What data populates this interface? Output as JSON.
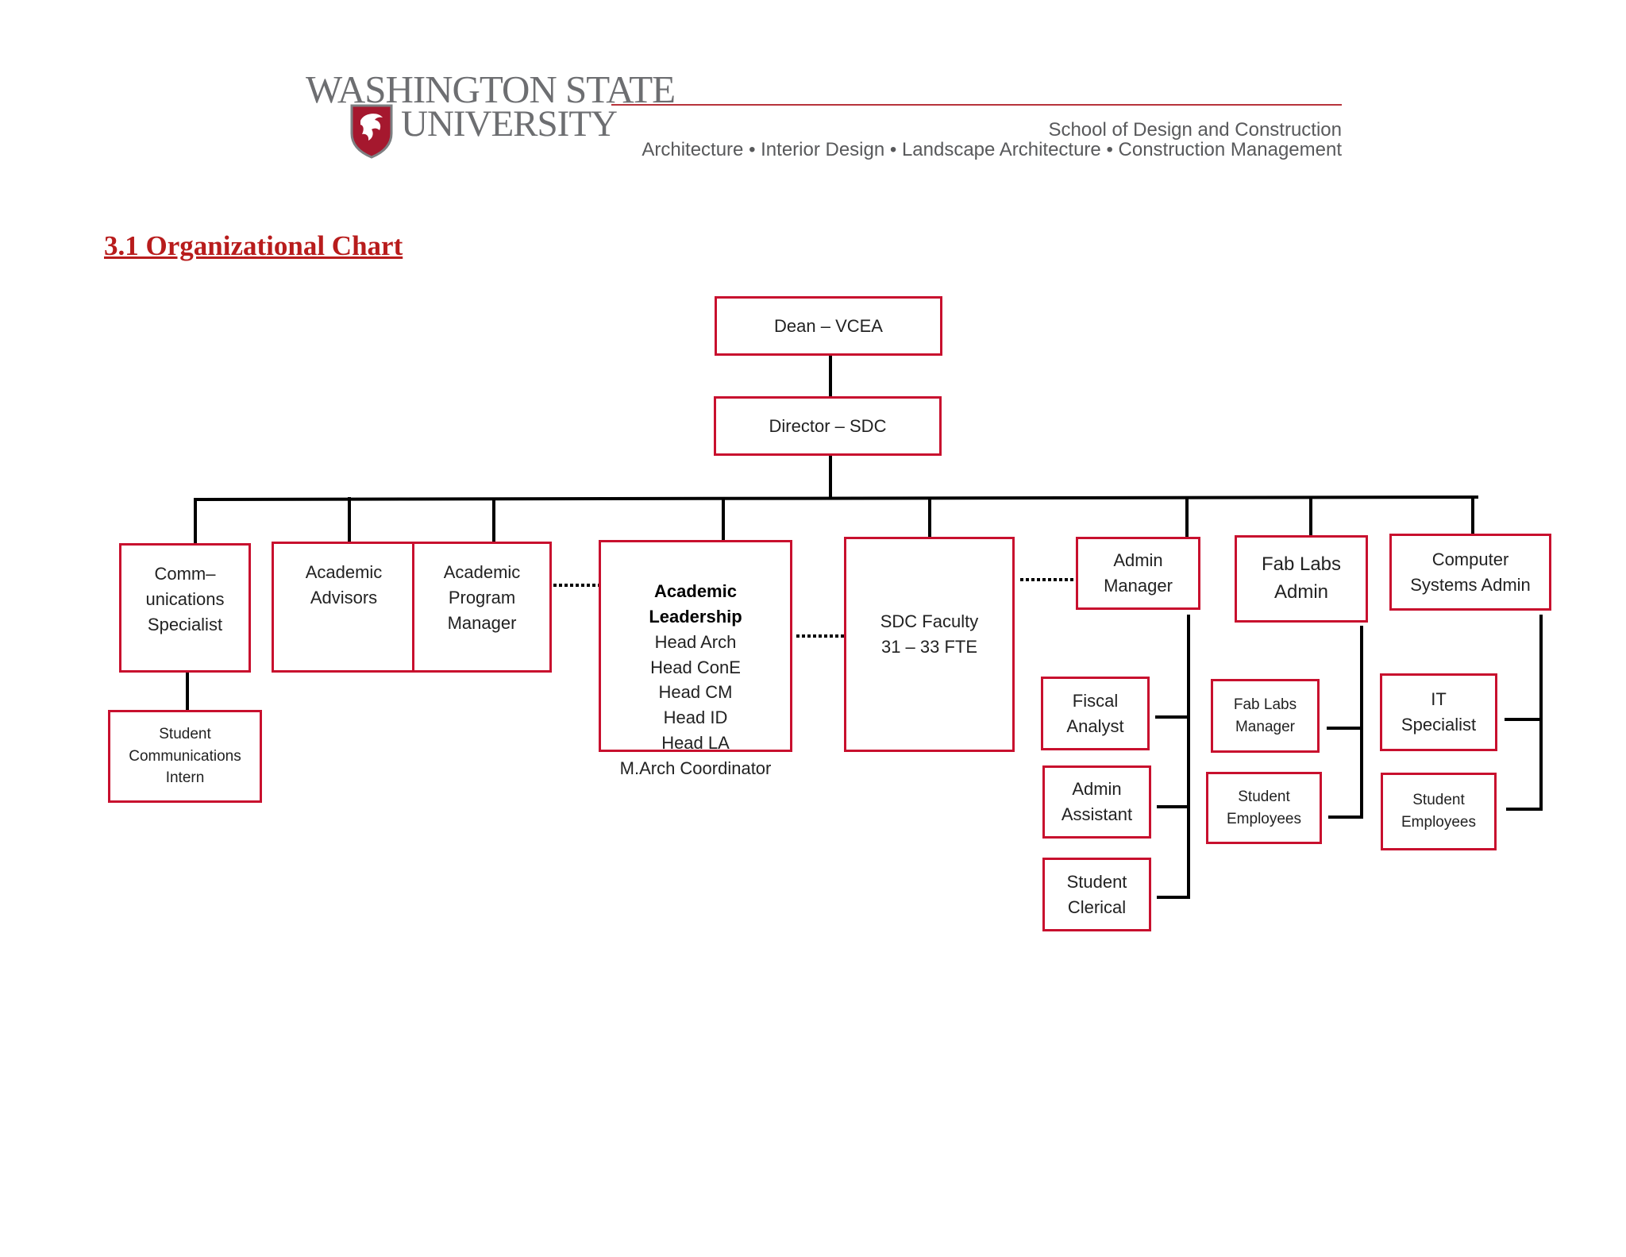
{
  "header": {
    "university_line1": "WASHINGTON STATE",
    "university_line2": "UNIVERSITY",
    "school_name": "School of Design and Construction",
    "programs": "Architecture • Interior Design • Landscape Architecture • Construction Management",
    "brand_color": "#b7333b",
    "logo_icon": "cougar-shield-icon"
  },
  "section_title": "3.1 Organizational Chart",
  "colors": {
    "box_border": "#c8102e",
    "connector": "#000000",
    "title": "#b81c1c"
  },
  "org_chart": {
    "dean": "Dean  –  VCEA",
    "director": "Director  –  SDC",
    "communications_specialist": "Comm–\nunications\nSpecialist",
    "student_communications_intern": "Student\nCommunications\nIntern",
    "academic_advisors": "Academic\nAdvisors",
    "academic_program_manager": "Academic\nProgram\nManager",
    "academic_leadership": {
      "title": "Academic\nLeadership",
      "members": "Head  Arch\nHead  ConE\nHead  CM\nHead  ID\nHead  LA\nM.Arch  Coordinator"
    },
    "sdc_faculty": "SDC  Faculty\n31  –  33  FTE",
    "admin_manager": "Admin\nManager",
    "fiscal_analyst": "Fiscal\nAnalyst",
    "admin_assistant": "Admin\nAssistant",
    "student_clerical": "Student\nClerical",
    "fab_labs_admin": "Fab  Labs\nAdmin",
    "fab_labs_manager": "Fab  Labs\nManager",
    "fab_student_employees": "Student\nEmployees",
    "computer_systems_admin": "Computer\nSystems  Admin",
    "it_specialist": "IT\nSpecialist",
    "cs_student_employees": "Student\nEmployees"
  }
}
